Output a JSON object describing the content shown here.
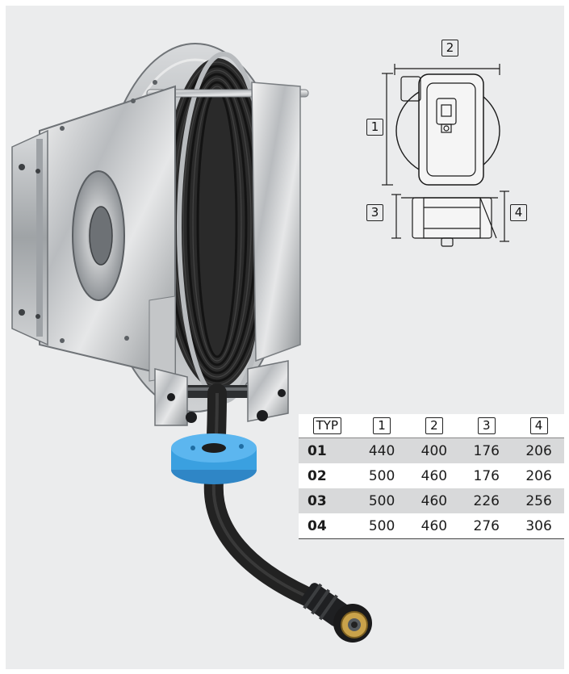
{
  "drawing": {
    "labels": {
      "d1": "1",
      "d2": "2",
      "d3": "3",
      "d4": "4"
    }
  },
  "table": {
    "headers": [
      "TYP",
      "1",
      "2",
      "3",
      "4"
    ],
    "rows": [
      [
        "01",
        "440",
        "400",
        "176",
        "206"
      ],
      [
        "02",
        "500",
        "460",
        "176",
        "206"
      ],
      [
        "03",
        "500",
        "460",
        "226",
        "256"
      ],
      [
        "04",
        "500",
        "460",
        "276",
        "306"
      ]
    ]
  },
  "colors": {
    "background": "#ebeced",
    "row_shade": "#d8d9da",
    "hose_guide": "#3aa0e0",
    "coupling_brass": "#c9a24a"
  }
}
